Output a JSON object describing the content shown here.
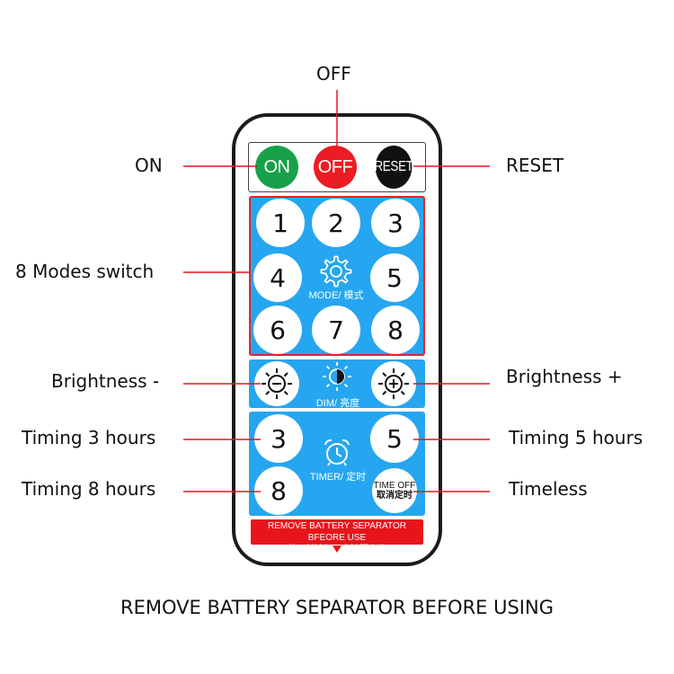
{
  "callouts": {
    "off": "OFF",
    "on": "ON",
    "reset": "RESET",
    "modes": "8 Modes switch",
    "brightness_down": "Brightness -",
    "brightness_up": "Brightness +",
    "timing3": "Timing 3 hours",
    "timing5": "Timing 5 hours",
    "timing8": "Timing 8 hours",
    "timeless": "Timeless"
  },
  "remote": {
    "power": {
      "on": "ON",
      "off": "OFF",
      "reset": "RESET"
    },
    "modes": {
      "keys": [
        "1",
        "2",
        "3",
        "4",
        "5",
        "6",
        "7",
        "8"
      ],
      "caption": "MODE/ 模式"
    },
    "dim": {
      "caption": "DIM/ 亮度"
    },
    "timer": {
      "k3": "3",
      "k5": "5",
      "k8": "8",
      "off_line1": "TIME OFF",
      "off_line2": "取消定时",
      "caption": "TIMER/ 定时"
    },
    "warning": {
      "line1": "REMOVE BATTERY SEPARATOR BFEORE USE",
      "line2": "使用前请取下电池隔离片"
    }
  },
  "footer": "REMOVE BATTERY SEPARATOR BEFORE USING",
  "colors": {
    "panel_blue": "#26a6f0",
    "on_green": "#18a14a",
    "off_red": "#ec1c24",
    "reset_black": "#111111",
    "callout_red": "#e8141c"
  }
}
